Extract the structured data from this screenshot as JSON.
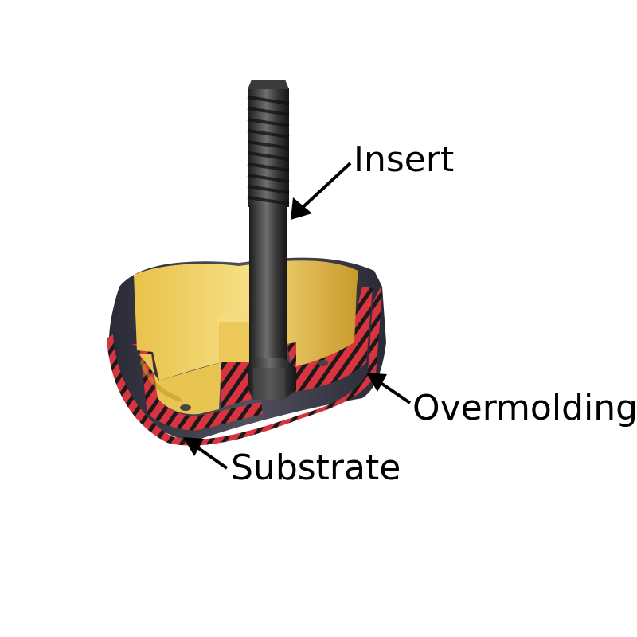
{
  "labels": {
    "insert": "Insert",
    "overmolding": "Overmolding",
    "substrate": "Substrate"
  },
  "colors": {
    "overmold_dark": "#3a3a48",
    "substrate_red": "#d8333f",
    "hatch": "#1a1a1a",
    "yellow_light": "#f2d266",
    "yellow_mid": "#e0b53c",
    "yellow_dark": "#b98a22",
    "metal_dark": "#2b2b2b",
    "metal_light": "#6a6a6a"
  }
}
